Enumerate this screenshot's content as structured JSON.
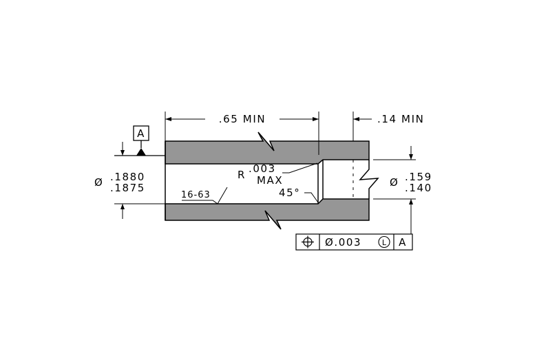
{
  "datum": {
    "label": "A"
  },
  "dimensions": {
    "outer_length": ".65 MIN",
    "counterbore_depth": ".14 MIN",
    "bore_dia_symbol": "Ø",
    "bore_dia_upper": ".1880",
    "bore_dia_lower": ".1875",
    "counterbore_dia_symbol": "Ø",
    "counterbore_dia_upper": ".159",
    "counterbore_dia_lower": ".140"
  },
  "notes": {
    "radius_prefix": "R",
    "radius_value": ".003",
    "radius_qualifier": "MAX",
    "chamfer_angle": "45°",
    "surface_finish": "16-63"
  },
  "feature_control_frame": {
    "symbol_name": "position-icon",
    "tolerance": "Ø.003",
    "modifier": "L",
    "datum_ref": "A"
  },
  "colors": {
    "section_fill": "#969696",
    "line": "#000000"
  }
}
